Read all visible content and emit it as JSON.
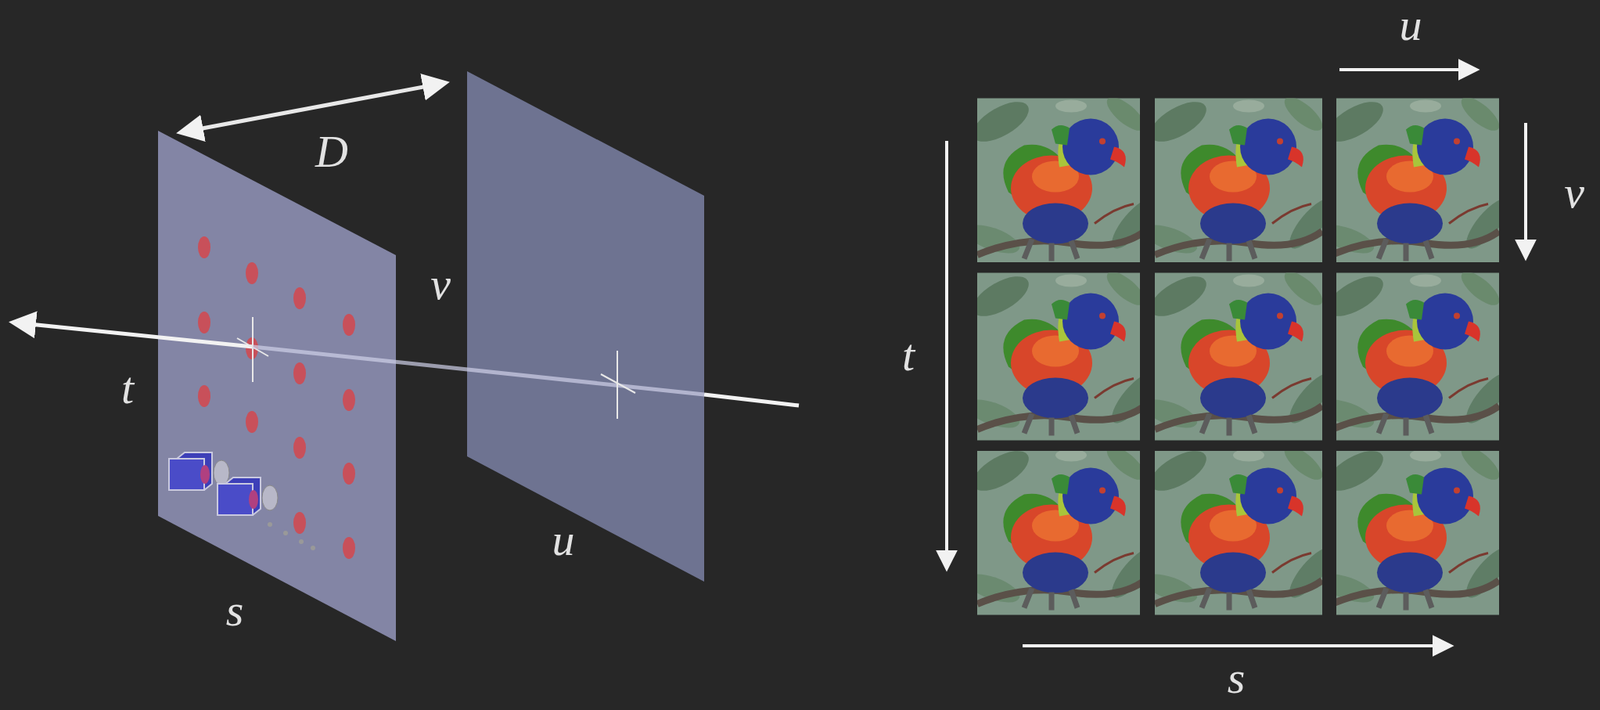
{
  "diagram": {
    "labels": [
      "D",
      "v",
      "t",
      "u",
      "s",
      "u",
      "v",
      "t",
      "s"
    ]
  }
}
